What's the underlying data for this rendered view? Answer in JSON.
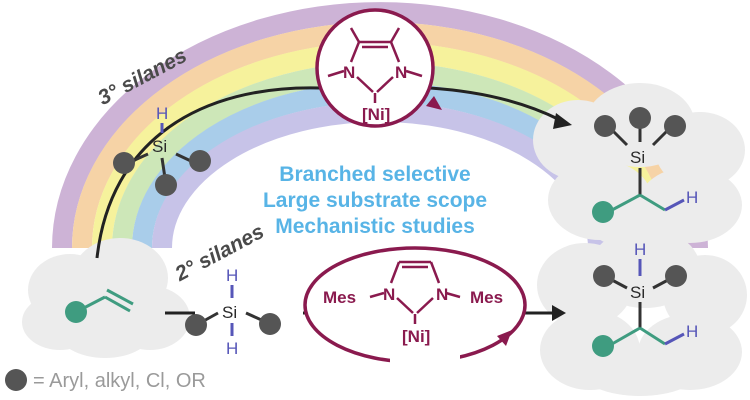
{
  "labels": {
    "tertiary_silanes": "3° silanes",
    "secondary_silanes": "2° silanes"
  },
  "center_text": {
    "line1": "Branched selective",
    "line2": "Large substrate scope",
    "line3": "Mechanistic studies"
  },
  "atoms": {
    "si": "Si",
    "h": "H",
    "n": "N",
    "mes": "Mes",
    "ni": "[Ni]"
  },
  "legend": {
    "text": "= Aryl, alkyl, Cl, OR"
  },
  "colors": {
    "rainbow_purple": "#cdb3d6",
    "rainbow_orange": "#f6d3a6",
    "rainbow_yellow": "#f6f29c",
    "rainbow_green": "#cde7b8",
    "rainbow_blue": "#a9cdea",
    "rainbow_lavender": "#c7c3e8",
    "catalyst": "#8a1a4e",
    "headline": "#58b4e6",
    "alkene_green": "#3f9c80",
    "hydride_blue": "#5656b8",
    "substituent_gray": "#555555",
    "cloud": "#ececec"
  }
}
